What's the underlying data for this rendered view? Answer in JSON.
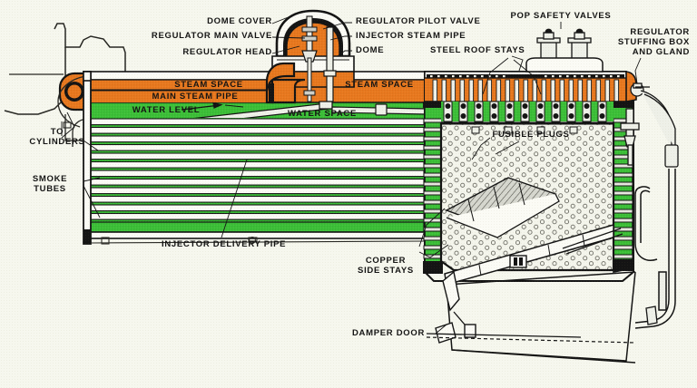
{
  "figure": {
    "title": "Locomotive Boiler — Longitudinal Sectional View",
    "background_color": "#f6f7ee",
    "palette": {
      "steam_orange": "#e8781e",
      "water_green": "#3cc038",
      "ink_black": "#141414",
      "paper": "#f6f7ee",
      "metal_gray": "#b9bcb4"
    }
  },
  "labels": {
    "dome_cover": "DOME COVER",
    "regulator_main_valve": "REGULATOR MAIN VALVE",
    "regulator_head": "REGULATOR HEAD",
    "regulator_pilot_valve": "REGULATOR PILOT VALVE",
    "injector_steam_pipe": "INJECTOR STEAM PIPE",
    "dome": "DOME",
    "steel_roof_stays": "STEEL ROOF STAYS",
    "pop_safety_valves": "POP SAFETY VALVES",
    "regulator_stuffing_box_l1": "REGULATOR",
    "regulator_stuffing_box_l2": "STUFFING BOX",
    "regulator_stuffing_box_l3": "AND GLAND",
    "steam_space_left": "STEAM SPACE",
    "steam_space_right": "STEAM SPACE",
    "main_steam_pipe": "MAIN STEAM PIPE",
    "water_level": "WATER LEVEL",
    "water_space": "WATER SPACE",
    "fusible_plugs": "FUSIBLE PLUGS",
    "to_cylinders_l1": "TO",
    "to_cylinders_l2": "CYLINDERS",
    "smoke_tubes_l1": "SMOKE",
    "smoke_tubes_l2": "TUBES",
    "injector_delivery_pipe": "INJECTOR DELIVERY PIPE",
    "copper_side_stays_l1": "COPPER",
    "copper_side_stays_l2": "SIDE STAYS",
    "damper_door": "DAMPER DOOR"
  },
  "regions": {
    "steam_space_barrel": "orange steam space above water level in boiler barrel",
    "water_space_barrel": "green water space surrounding smoke tubes",
    "firebox_water_legs": "green water legs around firebox",
    "firebox_interior": "white stippled firebox interior with fusible plug dots"
  },
  "counts": {
    "smoke_tubes": 14,
    "roof_stays": 21,
    "pop_safety_valves": 2,
    "side_stay_rows": 16
  }
}
